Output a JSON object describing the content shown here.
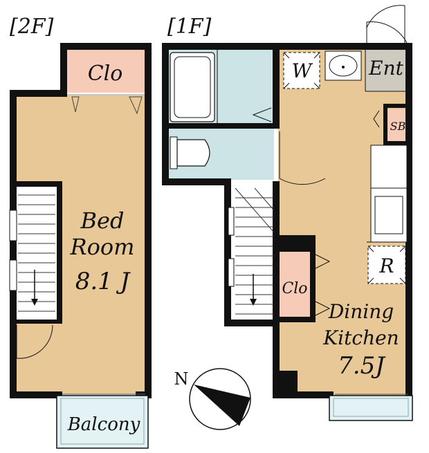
{
  "floors": {
    "second": "[2F]",
    "first": "[1F]"
  },
  "rooms": {
    "bedroom_line1": "Bed",
    "bedroom_line2": "Room",
    "bedroom_size": "8.1 J",
    "closet_2f": "Clo",
    "balcony": "Balcony",
    "washer": "W",
    "entrance": "Ent",
    "shoe_box": "SB",
    "fridge": "R",
    "closet_1f": "Clo",
    "dining_line1": "Dining",
    "dining_line2": "Kitchen",
    "dining_size": "7.5J"
  },
  "compass": {
    "label": "N"
  },
  "colors": {
    "room_floor": "#e9c898",
    "closet": "#f6cbb8",
    "wet_area": "#cde4e6",
    "entrance": "#cfcabf",
    "balcony": "#e3f2f4",
    "wall": "#111111"
  }
}
